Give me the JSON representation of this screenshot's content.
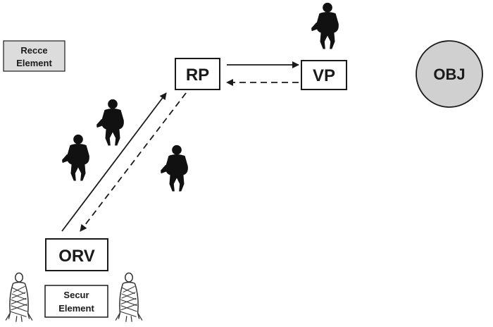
{
  "labels": {
    "recce_line1": "Recce",
    "recce_line2": "Element",
    "rp": "RP",
    "vp": "VP",
    "obj": "OBJ",
    "orv": "ORV",
    "secur_line1": "Secur",
    "secur_line2": "Element"
  },
  "colors": {
    "stroke": "#1a1a1a",
    "recce_box_fill": "#dcdcdc",
    "obj_fill": "#d0d0d0",
    "soldier": "#111111",
    "ghillie": "#333333"
  },
  "icons": {
    "soldier": "soldier-silhouette-icon",
    "ghillie": "ghillie-suit-sentry-icon"
  }
}
